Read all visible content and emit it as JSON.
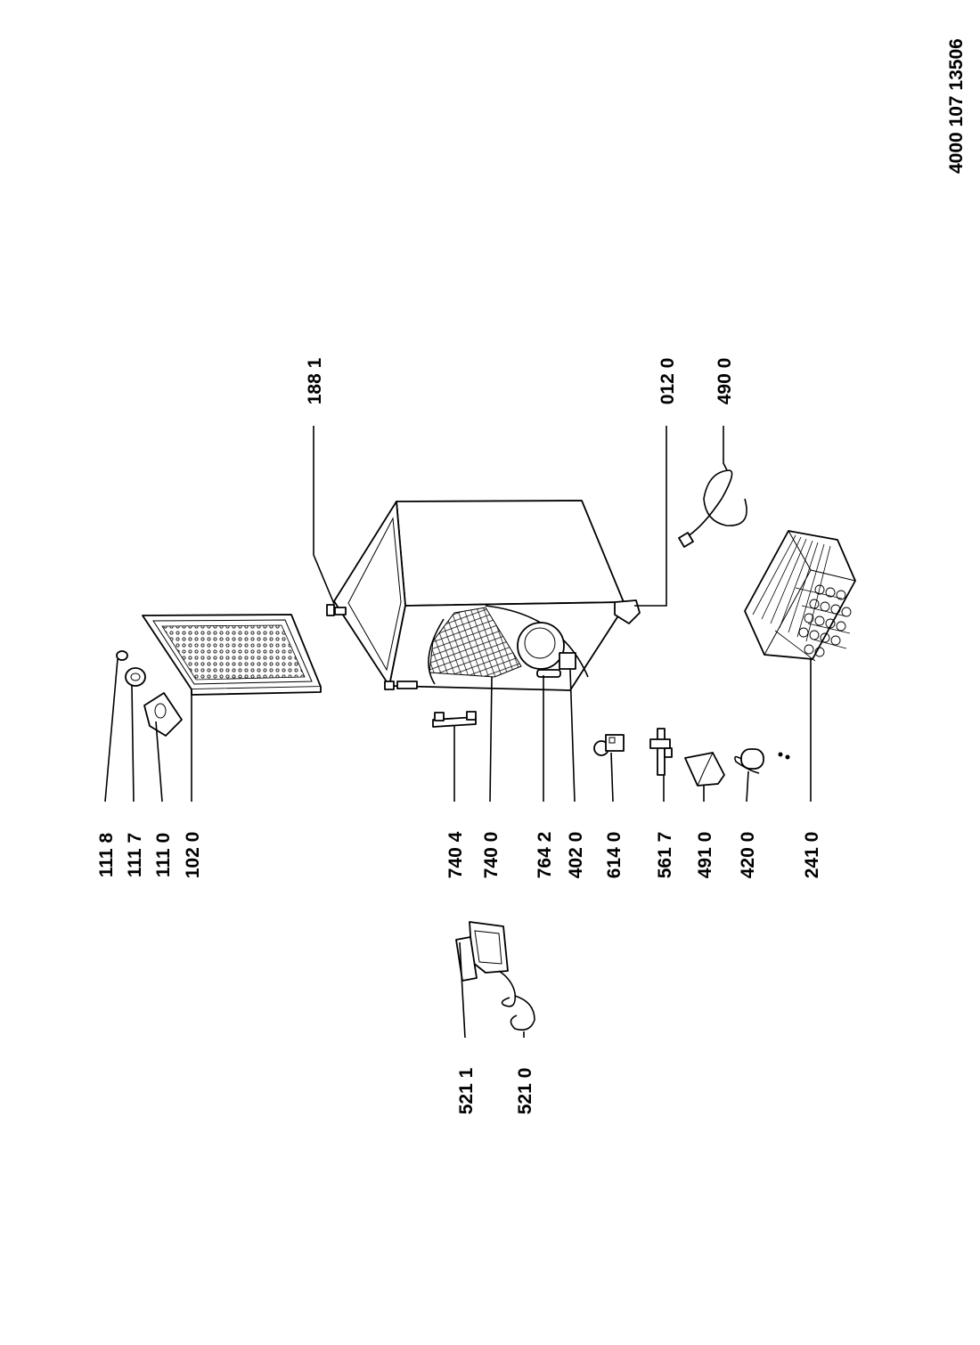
{
  "document_code": "4000 107 13506",
  "labels": {
    "p1118": "111 8",
    "p1117": "111 7",
    "p1110": "111 0",
    "p1020": "102 0",
    "p7404": "740 4",
    "p7400": "740 0",
    "p7642": "764 2",
    "p4020": "402 0",
    "p6140": "614 0",
    "p5617": "561 7",
    "p4910": "491 0",
    "p4200": "420 0",
    "p2410": "241 0",
    "p5211": "521 1",
    "p5210": "521 0",
    "p1881": "188 1",
    "p0120": "012 0",
    "p4900": "490 0"
  }
}
